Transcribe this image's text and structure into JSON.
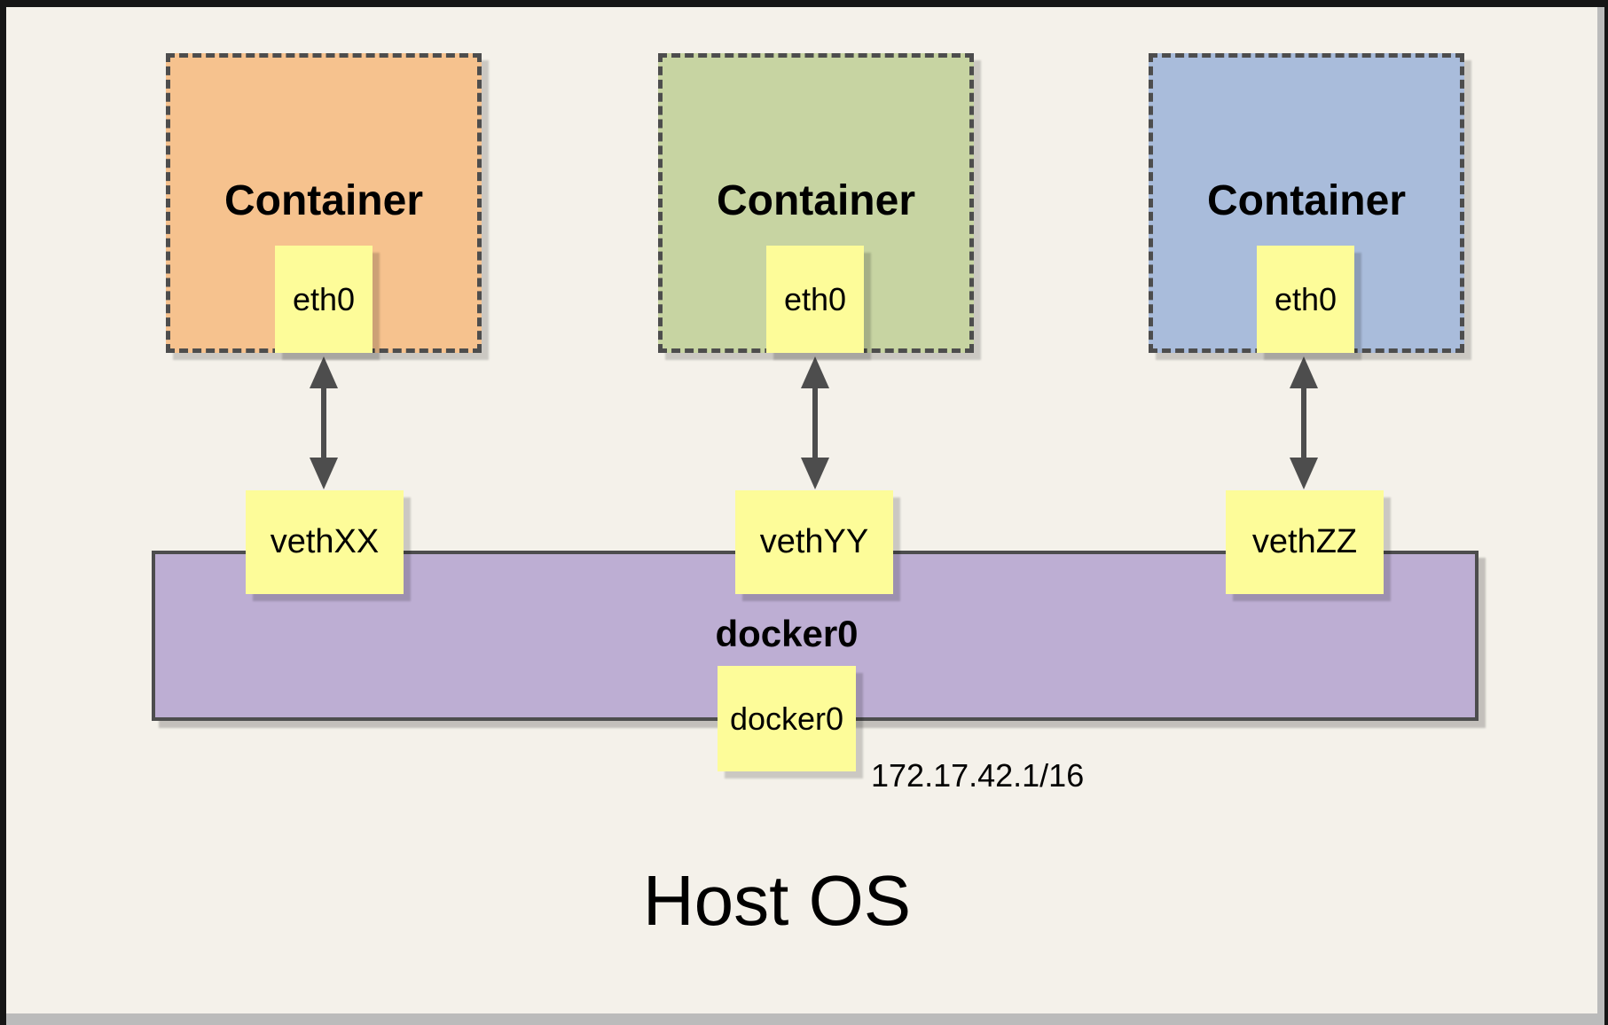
{
  "diagram": {
    "containers": [
      {
        "label": "Container",
        "interface": "eth0",
        "veth": "vethXX",
        "color": "#f6c28e"
      },
      {
        "label": "Container",
        "interface": "eth0",
        "veth": "vethYY",
        "color": "#c7d4a2"
      },
      {
        "label": "Container",
        "interface": "eth0",
        "veth": "vethZZ",
        "color": "#a9bcdb"
      }
    ],
    "bridge": {
      "label": "docker0",
      "interface": "docker0",
      "ip": "172.17.42.1/16",
      "color": "#bdaed3"
    },
    "host": {
      "label": "Host OS"
    },
    "colors": {
      "page_background": "#f4f1ea",
      "frame_border": "#161616",
      "frame_shadow": "#bbbbbb",
      "interface_box": "#fdfc99",
      "line_dark_gray": "#4d4d4d"
    }
  }
}
